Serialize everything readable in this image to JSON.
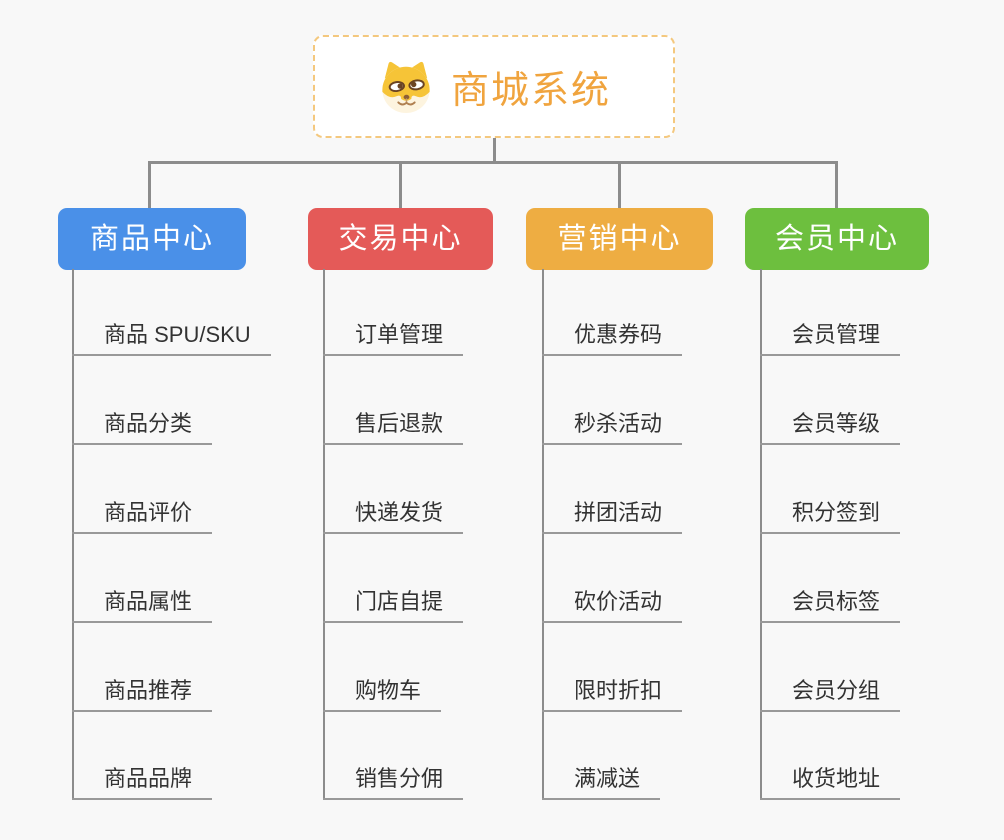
{
  "page": {
    "background": "#f8f8f8",
    "connector_color": "#8c8c8c"
  },
  "root": {
    "title": "商城系统",
    "icon": "doge-icon",
    "text_color": "#f0a43e",
    "border_color": "#f4c87e"
  },
  "leaf_style": {
    "text_color": "#333333",
    "underline_color": "#999999"
  },
  "branches": [
    {
      "label": "商品中心",
      "color": "#4a90e8",
      "children": [
        "商品 SPU/SKU",
        "商品分类",
        "商品评价",
        "商品属性",
        "商品推荐",
        "商品品牌"
      ]
    },
    {
      "label": "交易中心",
      "color": "#e45a58",
      "children": [
        "订单管理",
        "售后退款",
        "快递发货",
        "门店自提",
        "购物车",
        "销售分佣"
      ]
    },
    {
      "label": "营销中心",
      "color": "#eead42",
      "children": [
        "优惠券码",
        "秒杀活动",
        "拼团活动",
        "砍价活动",
        "限时折扣",
        "满减送"
      ]
    },
    {
      "label": "会员中心",
      "color": "#6dbf3e",
      "children": [
        "会员管理",
        "会员等级",
        "积分签到",
        "会员标签",
        "会员分组",
        "收货地址"
      ]
    }
  ]
}
